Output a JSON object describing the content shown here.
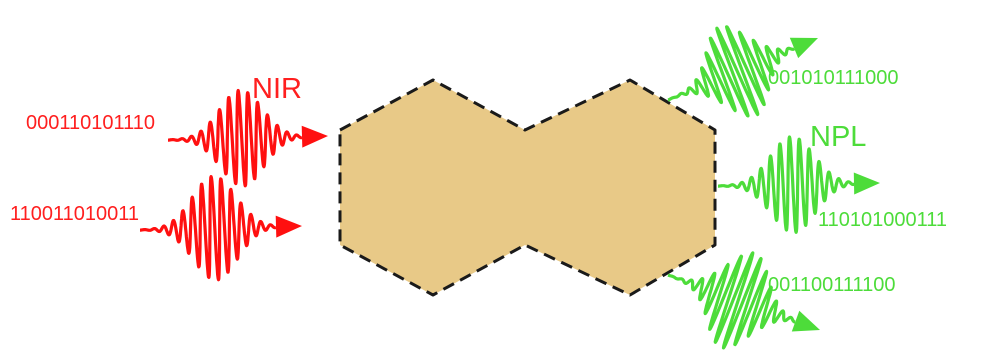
{
  "colors": {
    "input": "#ff1010",
    "output": "#4ddc3a",
    "shape_fill": "#e8c987",
    "shape_border": "#1a1a1a"
  },
  "input_label": "NIR",
  "output_label": "NPL",
  "input_pulses": [
    {
      "code": "000110101110"
    },
    {
      "code": "110011010011"
    }
  ],
  "output_pulses": [
    {
      "code": "001010111000"
    },
    {
      "code": "110101000111"
    },
    {
      "code": "001100111100"
    }
  ]
}
